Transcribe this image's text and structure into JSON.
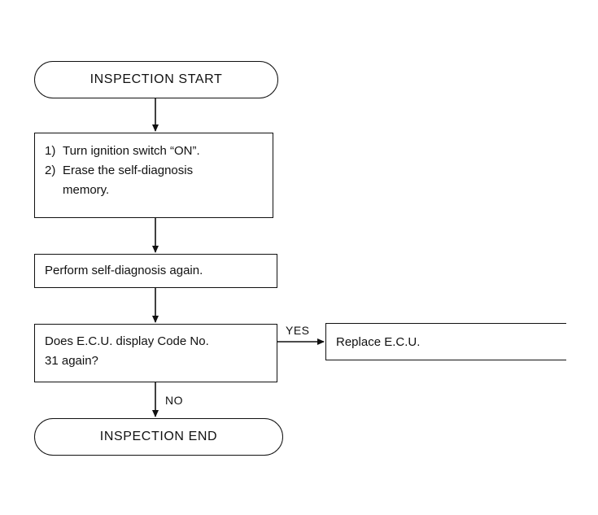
{
  "flowchart": {
    "start": "INSPECTION START",
    "step_box": {
      "items": [
        {
          "num": "1)",
          "text": "Turn ignition switch “ON”."
        },
        {
          "num": "2)",
          "text": "Erase the self-diagnosis"
        },
        {
          "num": "",
          "text": "memory."
        }
      ]
    },
    "perform": "Perform self-diagnosis again.",
    "decision_line1": "Does E.C.U. display Code No.",
    "decision_line2": "31 again?",
    "yes_label": "YES",
    "no_label": "NO",
    "replace": "Replace E.C.U.",
    "end": "INSPECTION END"
  }
}
